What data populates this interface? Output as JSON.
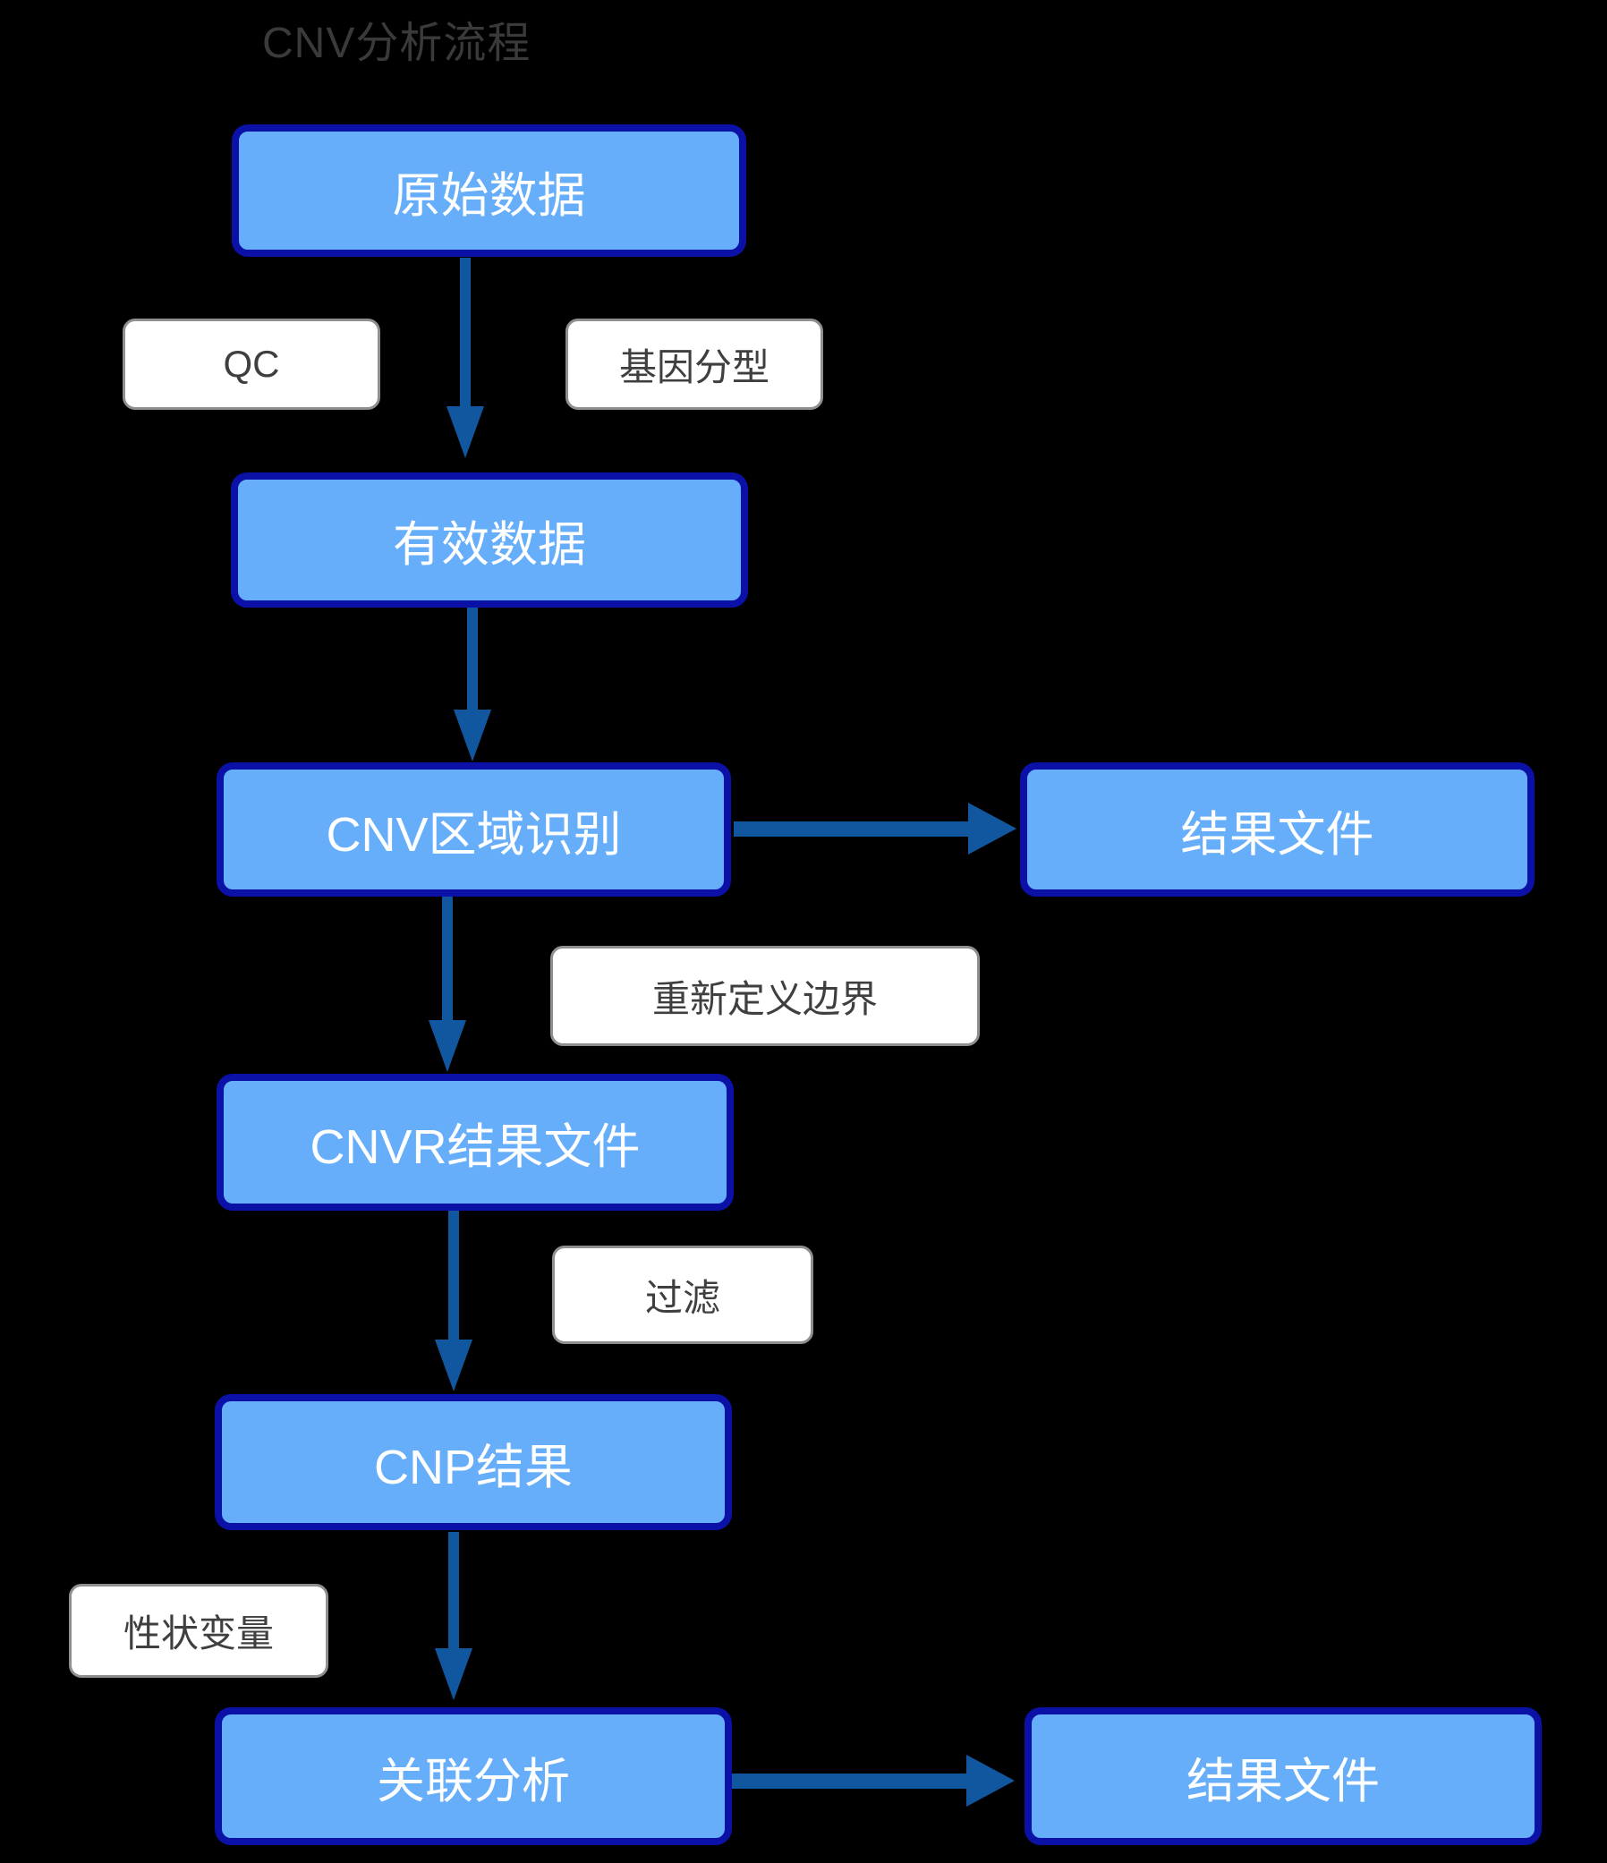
{
  "title": "CNV分析流程",
  "nodes": {
    "raw_data": "原始数据",
    "valid_data": "有效数据",
    "cnv_region": "CNV区域识别",
    "result_file_top": "结果文件",
    "cnvr_result": "CNVR结果文件",
    "cnp_result": "CNP结果",
    "association": "关联分析",
    "result_file_bottom": "结果文件"
  },
  "labels": {
    "qc": "QC",
    "genotyping": "基因分型",
    "redefine_boundary": "重新定义边界",
    "filter": "过滤",
    "trait_variable": "性状变量"
  },
  "edges": [
    {
      "from": "原始数据",
      "to": "有效数据",
      "annotations": [
        "QC",
        "基因分型"
      ]
    },
    {
      "from": "有效数据",
      "to": "CNV区域识别",
      "annotations": []
    },
    {
      "from": "CNV区域识别",
      "to": "结果文件",
      "annotations": []
    },
    {
      "from": "CNV区域识别",
      "to": "CNVR结果文件",
      "annotations": [
        "重新定义边界"
      ]
    },
    {
      "from": "CNVR结果文件",
      "to": "CNP结果",
      "annotations": [
        "过滤"
      ]
    },
    {
      "from": "CNP结果",
      "to": "关联分析",
      "annotations": [
        "性状变量"
      ]
    },
    {
      "from": "关联分析",
      "to": "结果文件",
      "annotations": []
    }
  ],
  "colors": {
    "background": "#000000",
    "node_fill": "#66AEFA",
    "node_border": "#0B10A6",
    "node_text": "#FFFFFF",
    "label_fill": "#FFFFFF",
    "label_border": "#8F8F8F",
    "label_text": "#3F3F3F",
    "arrow": "#11579F",
    "title_text": "#3A3A3A"
  }
}
